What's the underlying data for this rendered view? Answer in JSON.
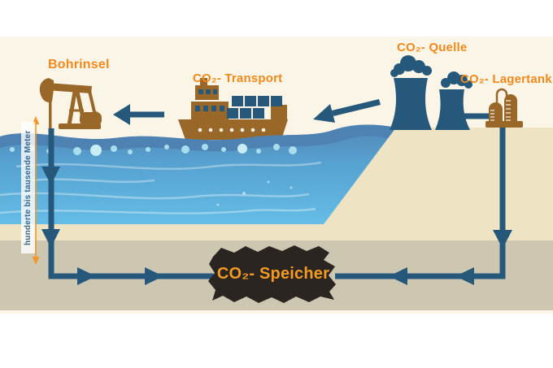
{
  "diagram": {
    "labels": {
      "bohrinsel": "Bohrinsel",
      "transport": "CO₂- Transport",
      "quelle": "CO₂- Quelle",
      "lagertank": "CO₂- Lagertank",
      "speicher": "CO₂- Speicher",
      "depth_scale": "hunderte bis tausende Meter"
    },
    "colors": {
      "label_orange": "#f0891c",
      "speicher_orange": "#f39a23",
      "pipe_blue": "#25587b",
      "industry_brown": "#996829",
      "water_surface_band": "#4e82b3",
      "water_body_top": "#5486b6",
      "water_body_bottom": "#65bde6",
      "bubble_cyan": "#a8ddee",
      "sand": "#eee3c3",
      "underground_gray": "#cdc7b1",
      "background_cream": "#fbf5e7",
      "storage_black": "#2a2520",
      "depth_text_blue": "#35698c",
      "measure_orange": "#f0992e"
    }
  }
}
